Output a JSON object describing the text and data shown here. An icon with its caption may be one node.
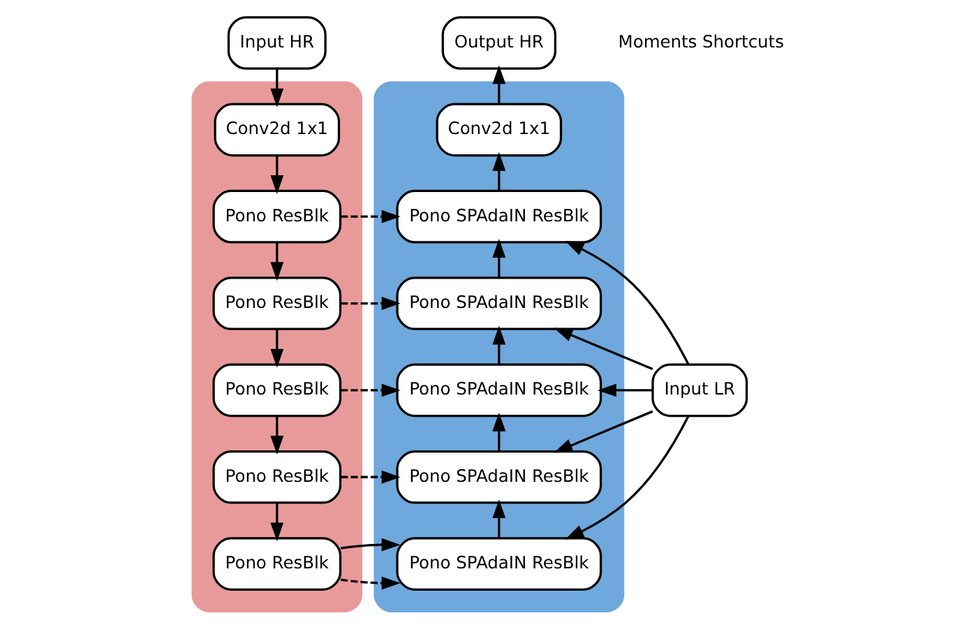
{
  "diagram": {
    "nodes": [
      {
        "text": [
          "Input HR"
        ]
      },
      {
        "text": [
          "Output HR"
        ]
      },
      {
        "text": [],
        "shape": "box"
      },
      {
        "text": [
          "Conv2d 1x1"
        ],
        "in": 2
      },
      {
        "text": [
          "Pono ResBlk"
        ],
        "in": 2
      },
      {
        "text": [
          "Pono ResBlk"
        ],
        "in": 2
      },
      {
        "text": [
          "Pono ResBlk"
        ],
        "in": 2
      },
      {
        "text": [
          "Pono ResBlk"
        ],
        "in": 2
      },
      {
        "text": [
          "Pono ResBlk"
        ],
        "in": 2
      },
      {
        "text": [],
        "shape": "box"
      },
      {
        "text": [
          "Conv2d 1x1"
        ],
        "in": 9
      },
      {
        "text": [
          "Pono SPAdaIN ResBlk"
        ],
        "in": 9
      },
      {
        "text": [
          "Pono SPAdaIN ResBlk"
        ],
        "in": 9
      },
      {
        "text": [
          "Pono SPAdaIN ResBlk"
        ],
        "in": 9
      },
      {
        "text": [
          "Pono SPAdaIN ResBlk"
        ],
        "in": 9
      },
      {
        "text": [
          "Pono SPAdaIN ResBlk"
        ],
        "in": 9
      },
      {
        "text": [
          "Input LR"
        ]
      }
    ],
    "edges": [
      {
        "from": 0,
        "to": 3,
        "arrow": "to"
      },
      {
        "from": 3,
        "to": 4,
        "arrow": "to"
      },
      {
        "from": 4,
        "to": 5,
        "arrow": "to"
      },
      {
        "from": 5,
        "to": 6,
        "arrow": "to"
      },
      {
        "from": 6,
        "to": 7,
        "arrow": "to"
      },
      {
        "from": 7,
        "to": 8,
        "arrow": "to"
      },
      {
        "from": 4,
        "to": 11,
        "arrow": "to",
        "style": "dashed"
      },
      {
        "from": 5,
        "to": 12,
        "arrow": "to",
        "style": "dashed"
      },
      {
        "from": 6,
        "to": 13,
        "arrow": "to",
        "style": "dashed"
      },
      {
        "from": 7,
        "to": 14,
        "arrow": "to",
        "style": "dashed"
      },
      {
        "from": 8,
        "to": 15,
        "arrow": "to",
        "style": "dashed"
      },
      {
        "from": 8,
        "to": 15,
        "arrow": "to"
      },
      {
        "from": 15,
        "to": 14,
        "arrow": "to"
      },
      {
        "from": 14,
        "to": 13,
        "arrow": "to"
      },
      {
        "from": 13,
        "to": 12,
        "arrow": "to"
      },
      {
        "from": 12,
        "to": 11,
        "arrow": "to"
      },
      {
        "from": 11,
        "to": 10,
        "arrow": "to"
      },
      {
        "from": 10,
        "to": 1,
        "arrow": "to"
      },
      {
        "from": 16,
        "to": 11,
        "arrow": "to"
      },
      {
        "from": 16,
        "to": 12,
        "arrow": "to"
      },
      {
        "from": 16,
        "to": 13,
        "arrow": "to"
      },
      {
        "from": 16,
        "to": 14,
        "arrow": "to"
      },
      {
        "from": 16,
        "to": 15,
        "arrow": "to"
      }
    ],
    "labels": [
      "Moments Shortcuts"
    ]
  }
}
